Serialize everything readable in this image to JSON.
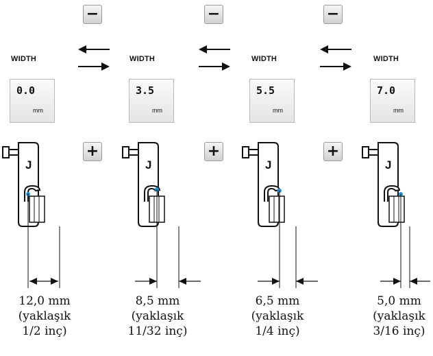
{
  "minus_label": "−",
  "plus_label": "+",
  "width_label": "WIDTH",
  "settings": [
    {
      "value": "0.0",
      "unit": "mm",
      "foot_letter": "J",
      "distance": "12,0 mm",
      "approx": "(yaklaşık",
      "fraction": "1/2 inç)"
    },
    {
      "value": "3.5",
      "unit": "mm",
      "foot_letter": "J",
      "distance": "8,5 mm",
      "approx": "(yaklaşık",
      "fraction": "11/32 inç)"
    },
    {
      "value": "5.5",
      "unit": "mm",
      "foot_letter": "J",
      "distance": "6,5 mm",
      "approx": "(yaklaşık",
      "fraction": "1/4 inç)"
    },
    {
      "value": "7.0",
      "unit": "mm",
      "foot_letter": "J",
      "distance": "5,0 mm",
      "approx": "(yaklaşık",
      "fraction": "3/16 inç)"
    }
  ],
  "colors": {
    "needle_dot": "#1f8fd6",
    "button_bg": "#e2e2e2"
  }
}
